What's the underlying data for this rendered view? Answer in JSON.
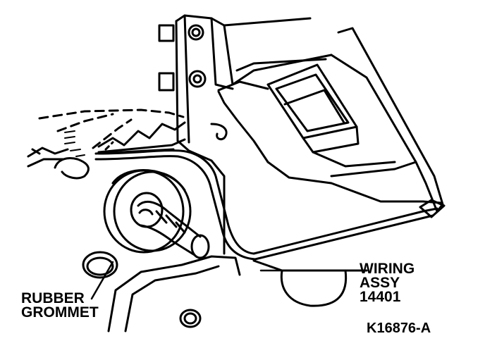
{
  "callouts": {
    "wiring": {
      "line1": "WIRING",
      "line2": "ASSY",
      "line3": "14401"
    },
    "grommet": {
      "line1": "RUBBER",
      "line2": "GROMMET"
    }
  },
  "figure_code": "K16876-A",
  "colors": {
    "ink": "#000000",
    "paper": "#ffffff"
  }
}
